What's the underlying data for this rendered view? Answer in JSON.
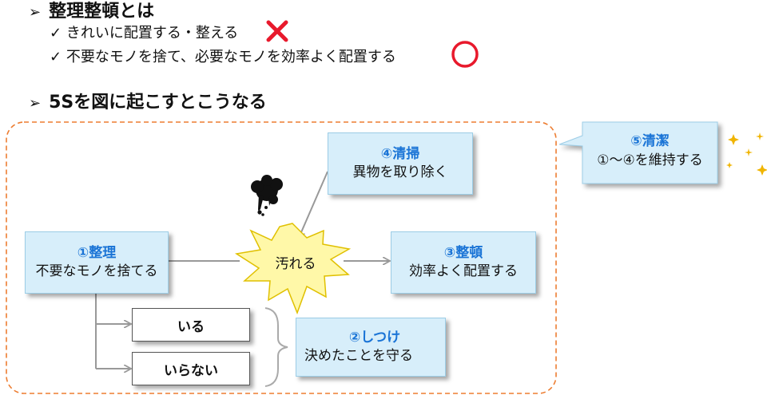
{
  "section1": {
    "heading": "整理整頓とは",
    "items": [
      {
        "text": "きれいに配置する・整える",
        "mark": "cross"
      },
      {
        "text": "不要なモノを捨て、必要なモノを効率よく配置する",
        "mark": "circle"
      }
    ]
  },
  "section2": {
    "heading": "5Sを図に起こすとこうなる"
  },
  "diagram": {
    "seiri": {
      "title": "①整理",
      "desc": "不要なモノを捨てる"
    },
    "seiso": {
      "title": "④清掃",
      "desc": "異物を取り除く"
    },
    "seiton": {
      "title": "③整頓",
      "desc": "効率よく配置する"
    },
    "shitsuke": {
      "title": "②しつけ",
      "desc": "決めたことを守る"
    },
    "seiketsu": {
      "title": "⑤清潔",
      "desc": "①～④を維持する"
    },
    "dirt": "汚れる",
    "iru": "いる",
    "iranai": "いらない"
  },
  "colors": {
    "box_fill": "#d7eefa",
    "title_blue": "#1a74d6",
    "dashed_border": "#ed7d31",
    "burst_fill": "#fff8a8",
    "cross_red": "#e8192c",
    "sparkle": "#f0b400"
  }
}
